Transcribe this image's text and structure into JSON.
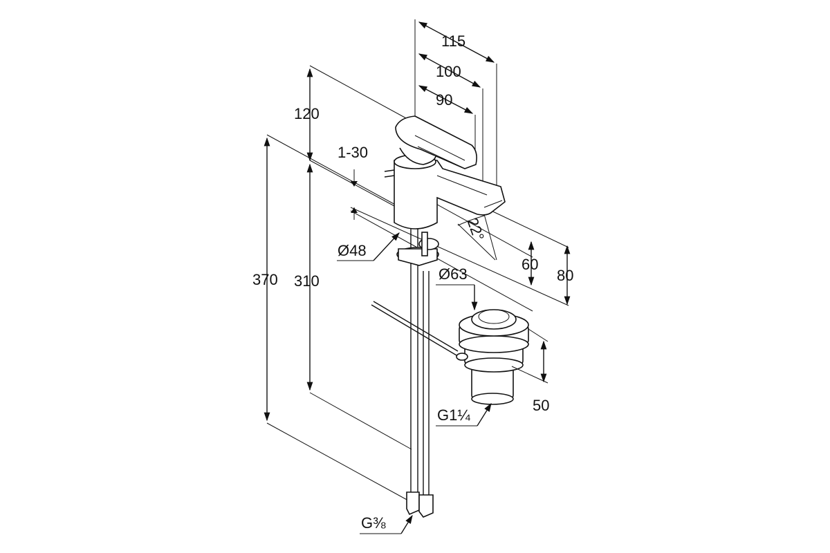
{
  "diagram": {
    "dimensions": {
      "d115": "115",
      "d100": "100",
      "d90": "90",
      "d120": "120",
      "d1_30": "1-30",
      "d370": "370",
      "d310": "310",
      "dia48": "Ø48",
      "dia63": "Ø63",
      "angle22": "22°",
      "d60": "60",
      "d80": "80",
      "d50": "50",
      "g1_1_4": "G1¼",
      "g3_8": "G⅜"
    }
  }
}
